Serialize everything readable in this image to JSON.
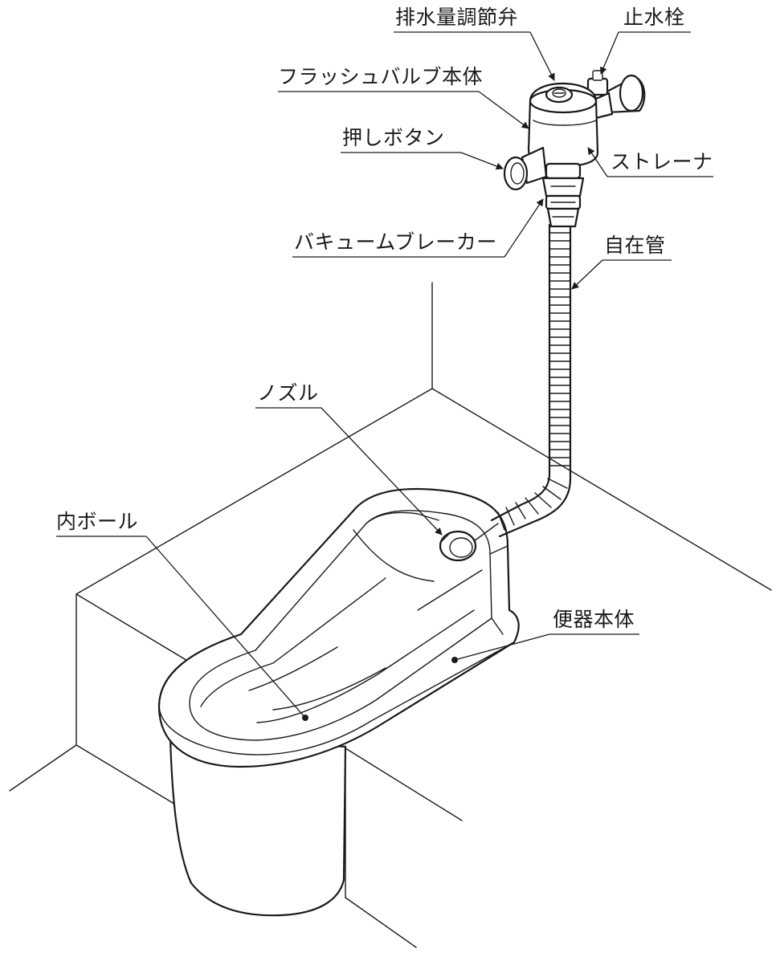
{
  "labels": {
    "drain_volume_valve": "排水量調節弁",
    "stop_valve": "止水栓",
    "flush_valve_body": "フラッシュバルブ本体",
    "push_button": "押しボタン",
    "strainer": "ストレーナ",
    "vacuum_breaker": "バキュームブレーカー",
    "flexible_pipe": "自在管",
    "nozzle": "ノズル",
    "inner_bowl": "内ボール",
    "toilet_body": "便器本体"
  }
}
